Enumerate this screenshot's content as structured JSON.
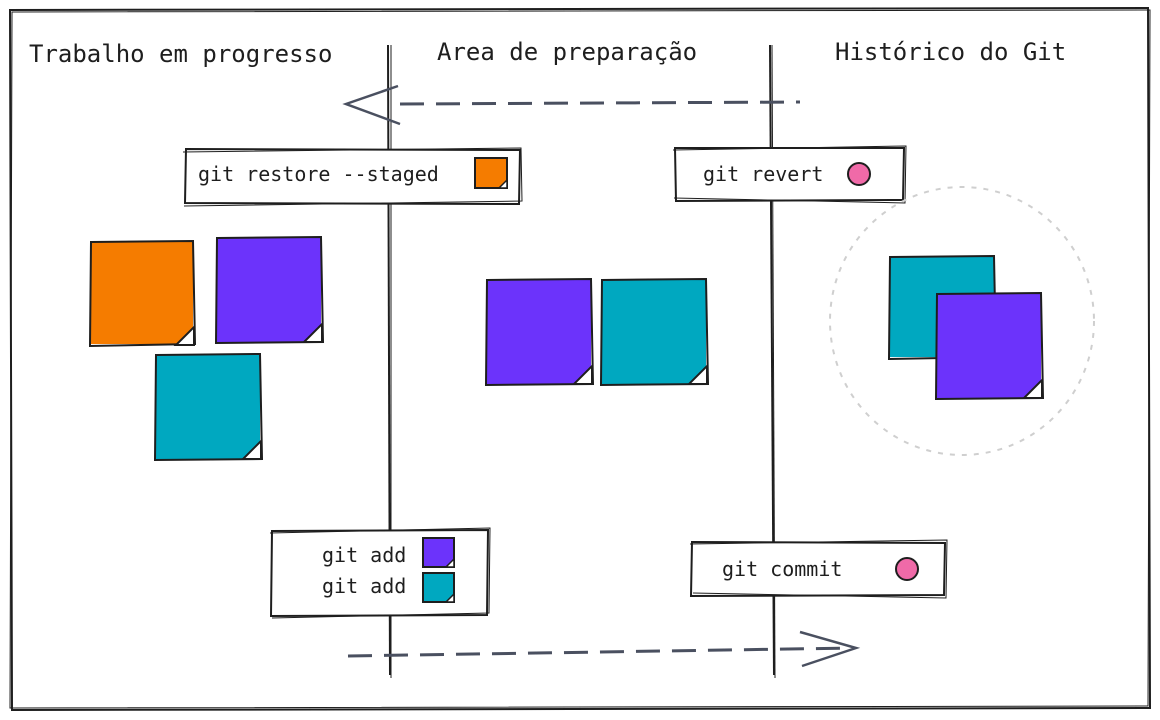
{
  "columns": [
    {
      "label": "Trabalho em progresso"
    },
    {
      "label": "Area de preparação"
    },
    {
      "label": "Histórico do Git"
    }
  ],
  "commands": {
    "restore": "git restore --staged",
    "revert": "git revert",
    "add_1": "git add",
    "add_2": "git add",
    "commit": "git commit"
  },
  "colors": {
    "orange": "#f57c00",
    "purple": "#6c33fb",
    "teal": "#00a8c0",
    "pink": "#f06aa8",
    "ink": "#1e1e1e",
    "arrow": "#4a5060"
  },
  "icons": [
    "sticky-note-icon",
    "commit-dot-icon",
    "arrow-left-icon",
    "arrow-right-icon"
  ]
}
